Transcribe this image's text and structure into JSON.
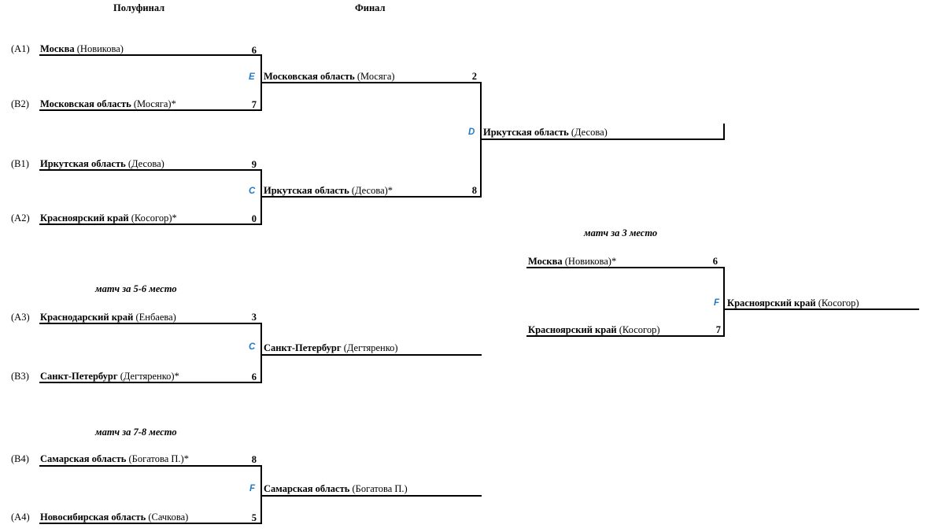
{
  "headers": {
    "semifinal": "Полуфинал",
    "final": "Финал"
  },
  "captions": {
    "third": "матч за 3 место",
    "fifth_sixth": "матч за 5-6 место",
    "seventh_eighth": "матч за 7-8 место"
  },
  "semifinals": [
    {
      "top": {
        "seed": "(A1)",
        "team": "Москва",
        "coach": " (Новикова)",
        "suffix": "",
        "score": "6"
      },
      "bottom": {
        "seed": "(B2)",
        "team": "Московская область",
        "coach": " (Мосяга)",
        "suffix": "*",
        "score": "7"
      },
      "court": "E",
      "winner": {
        "team": "Московская область",
        "coach": " (Мосяга)",
        "suffix": "",
        "score": "2"
      }
    },
    {
      "top": {
        "seed": "(B1)",
        "team": "Иркутская область",
        "coach": " (Десова)",
        "suffix": "",
        "score": "9"
      },
      "bottom": {
        "seed": "(A2)",
        "team": "Красноярский край",
        "coach": " (Косогор)",
        "suffix": "*",
        "score": "0"
      },
      "court": "C",
      "winner": {
        "team": "Иркутская область",
        "coach": " (Десова)",
        "suffix": "*",
        "score": "8"
      }
    }
  ],
  "final": {
    "court": "D",
    "champion": {
      "team": "Иркутская область",
      "coach": " (Десова)"
    }
  },
  "third_place": {
    "top": {
      "team": "Москва",
      "coach": " (Новикова)",
      "suffix": "*",
      "score": "6"
    },
    "bottom": {
      "team": "Красноярский край",
      "coach": " (Косогор)",
      "suffix": "",
      "score": "7"
    },
    "court": "F",
    "winner": {
      "team": "Красноярский край",
      "coach": " (Косогор)"
    }
  },
  "fifth_sixth": {
    "top": {
      "seed": "(A3)",
      "team": "Краснодарский край",
      "coach": " (Енбаева)",
      "suffix": "",
      "score": "3"
    },
    "bottom": {
      "seed": "(B3)",
      "team": "Санкт-Петербург",
      "coach": " (Дегтяренко)",
      "suffix": "*",
      "score": "6"
    },
    "court": "C",
    "winner": {
      "team": "Санкт-Петербург",
      "coach": " (Дегтяренко)"
    }
  },
  "seventh_eighth": {
    "top": {
      "seed": "(B4)",
      "team": "Самарская область",
      "coach": " (Богатова П.)",
      "suffix": "*",
      "score": "8"
    },
    "bottom": {
      "seed": "(A4)",
      "team": "Новосибирская область",
      "coach": " (Сачкова)",
      "suffix": "",
      "score": "5"
    },
    "court": "F",
    "winner": {
      "team": "Самарская область",
      "coach": " (Богатова П.)"
    }
  }
}
